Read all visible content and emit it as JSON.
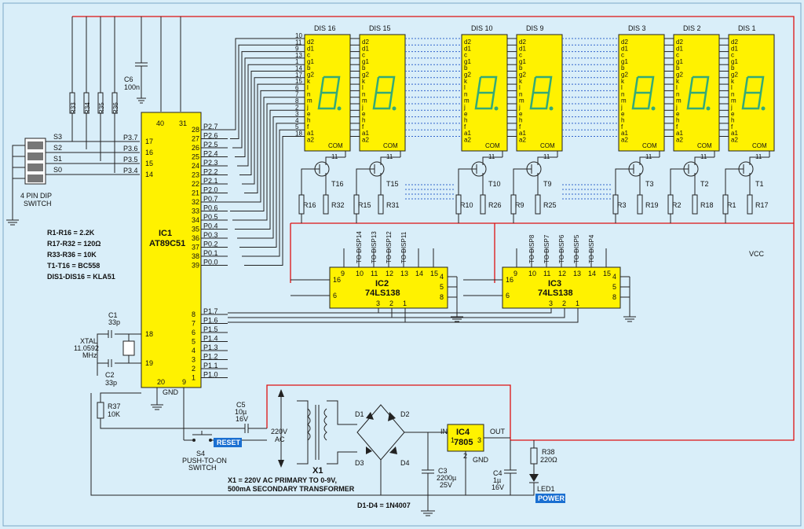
{
  "displays": [
    {
      "name": "DIS 16",
      "transistor": "T16",
      "r_base": "R16",
      "r_seg": "R32"
    },
    {
      "name": "DIS 15",
      "transistor": "T15",
      "r_base": "R15",
      "r_seg": "R31"
    },
    {
      "name": "DIS 10",
      "transistor": "T10",
      "r_base": "R10",
      "r_seg": "R26"
    },
    {
      "name": "DIS 9",
      "transistor": "T9",
      "r_base": "R9",
      "r_seg": "R25"
    },
    {
      "name": "DIS 3",
      "transistor": "T3",
      "r_base": "R3",
      "r_seg": "R19"
    },
    {
      "name": "DIS 2",
      "transistor": "T2",
      "r_base": "R2",
      "r_seg": "R18"
    },
    {
      "name": "DIS 1",
      "transistor": "T1",
      "r_base": "R1",
      "r_seg": "R17"
    }
  ],
  "segment_pins": [
    "d2",
    "d1",
    "c",
    "g1",
    "b",
    "g2",
    "k",
    "l",
    "n",
    "m",
    "j",
    "e",
    "h",
    "f",
    "a1",
    "a2"
  ],
  "display_pin_numbers": [
    "10",
    "11",
    "9",
    "13",
    "1",
    "14",
    "17",
    "15",
    "6",
    "7",
    "8",
    "2",
    "3",
    "4",
    "5",
    "18"
  ],
  "com_label": "COM",
  "com_pin": "11",
  "ic1": {
    "name": "IC1",
    "part": "AT89C51",
    "top_pins": [
      "40",
      "31"
    ],
    "gnd_label": "GND",
    "bottom_pins": [
      "20",
      "9"
    ],
    "left_pins": [
      {
        "pin": "17",
        "label": "P3.7"
      },
      {
        "pin": "16",
        "label": "P3.6"
      },
      {
        "pin": "15",
        "label": "P3.5"
      },
      {
        "pin": "14",
        "label": "P3.4"
      },
      {
        "pin": "18",
        "label": ""
      },
      {
        "pin": "19",
        "label": ""
      }
    ],
    "right_pins": [
      {
        "pin": "28",
        "label": "P2.7"
      },
      {
        "pin": "27",
        "label": "P2.6"
      },
      {
        "pin": "26",
        "label": "P2.5"
      },
      {
        "pin": "25",
        "label": "P2.4"
      },
      {
        "pin": "24",
        "label": "P2.3"
      },
      {
        "pin": "23",
        "label": "P2.2"
      },
      {
        "pin": "22",
        "label": "P2.1"
      },
      {
        "pin": "21",
        "label": "P2.0"
      },
      {
        "pin": "32",
        "label": "P0.7"
      },
      {
        "pin": "33",
        "label": "P0.6"
      },
      {
        "pin": "34",
        "label": "P0.5"
      },
      {
        "pin": "35",
        "label": "P0.4"
      },
      {
        "pin": "36",
        "label": "P0.3"
      },
      {
        "pin": "37",
        "label": "P0.2"
      },
      {
        "pin": "38",
        "label": "P0.1"
      },
      {
        "pin": "39",
        "label": "P0.0"
      },
      {
        "pin": "8",
        "label": "P1.7"
      },
      {
        "pin": "7",
        "label": "P1.6"
      },
      {
        "pin": "6",
        "label": "P1.5"
      },
      {
        "pin": "5",
        "label": "P1.4"
      },
      {
        "pin": "4",
        "label": "P1.3"
      },
      {
        "pin": "3",
        "label": "P1.2"
      },
      {
        "pin": "2",
        "label": "P1.1"
      },
      {
        "pin": "1",
        "label": "P1.0"
      }
    ]
  },
  "ic2": {
    "name": "IC2",
    "part": "74LS138",
    "top_pins": [
      "9",
      "10",
      "11",
      "12",
      "13",
      "14",
      "15"
    ],
    "right_pins": [
      "4",
      "5",
      "8"
    ],
    "left_pins": [
      "16",
      "6"
    ],
    "bottom_pins": [
      "3",
      "2",
      "1"
    ],
    "outputs": [
      "TO DISP14",
      "TO DISP13",
      "TO DISP12",
      "TO DISP11"
    ]
  },
  "ic3": {
    "name": "IC3",
    "part": "74LS138",
    "top_pins": [
      "9",
      "10",
      "11",
      "12",
      "13",
      "14",
      "15"
    ],
    "right_pins": [
      "4",
      "5",
      "8"
    ],
    "left_pins": [
      "16",
      "6"
    ],
    "bottom_pins": [
      "3",
      "2",
      "1"
    ],
    "outputs": [
      "TO DISP8",
      "TO DISP7",
      "TO DISP6",
      "TO DISP5",
      "TO DISP4"
    ]
  },
  "ic4": {
    "name": "IC4",
    "part": "7805",
    "in_label": "IN",
    "out_label": "OUT",
    "gnd_label": "GND",
    "in_pin": "1",
    "gnd_pin": "2",
    "out_pin": "3"
  },
  "pullups": [
    "R33",
    "R34",
    "R35",
    "R36"
  ],
  "switch": {
    "labels": [
      "S3",
      "S2",
      "S1",
      "S0"
    ],
    "caption1": "4 PIN DIP",
    "caption2": "SWITCH"
  },
  "c6": {
    "name": "C6",
    "value": "100n"
  },
  "crystal": {
    "label": "XTAL",
    "freq": "11.0592",
    "unit": "MHz"
  },
  "c1": {
    "name": "C1",
    "value": "33p"
  },
  "c2": {
    "name": "C2",
    "value": "33p"
  },
  "r37": {
    "name": "R37",
    "value": "10K"
  },
  "c5": {
    "name": "C5",
    "value1": "10µ",
    "value2": "16V"
  },
  "s4": {
    "name": "S4",
    "caption1": "PUSH-TO-ON",
    "caption2": "SWITCH",
    "badge": "RESET"
  },
  "mains": {
    "line1": "220V",
    "line2": "AC"
  },
  "x1": {
    "name": "X1",
    "note1": "X1 = 220V AC PRIMARY TO 0-9V,",
    "note2": "500mA SECONDARY TRANSFORMER"
  },
  "diodes": [
    "D1",
    "D2",
    "D3",
    "D4"
  ],
  "diode_note": "D1-D4 = 1N4007",
  "c3": {
    "name": "C3",
    "value1": "2200µ",
    "value2": "25V"
  },
  "c4": {
    "name": "C4",
    "value1": "1µ",
    "value2": "16V"
  },
  "r38": {
    "name": "R38",
    "value": "220Ω"
  },
  "led": {
    "name": "LED1",
    "badge": "POWER"
  },
  "vcc": "VCC",
  "parts_list": [
    "R1-R16 = 2.2K",
    "R17-R32 = 120Ω",
    "R33-R36 = 10K",
    "T1-T16 = BC558",
    "DIS1-DIS16 = KLA51"
  ],
  "colors": {
    "background": "#d9eef9",
    "chip": "#fff200",
    "vcc_rail": "#dd1111",
    "badge": "#1a6fd1"
  }
}
